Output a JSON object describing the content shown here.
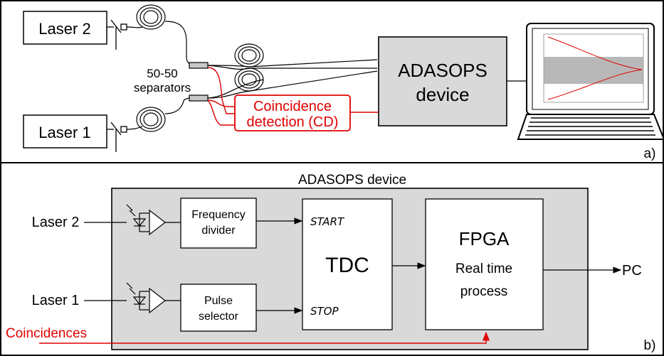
{
  "panel_a": {
    "laser2": "Laser 2",
    "laser1": "Laser 1",
    "separators_line1": "50-50",
    "separators_line2": "separators",
    "cd_line1": "Coincidence",
    "cd_line2": "detection (CD)",
    "device_line1": "ADASOPS",
    "device_line2": "device",
    "tag": "a)"
  },
  "panel_b": {
    "title": "ADASOPS device",
    "laser2": "Laser 2",
    "laser1": "Laser 1",
    "freq_line1": "Frequency",
    "freq_line2": "divider",
    "pulse_line1": "Pulse",
    "pulse_line2": "selector",
    "start": "START",
    "stop": "STOP",
    "tdc": "TDC",
    "fpga": "FPGA",
    "rt_line1": "Real time",
    "rt_line2": "process",
    "pc": "PC",
    "coincidences": "Coincidences",
    "tag": "b)"
  },
  "colors": {
    "red": "#e00000",
    "box_fill": "#d9d9d9",
    "line": "#000000"
  }
}
